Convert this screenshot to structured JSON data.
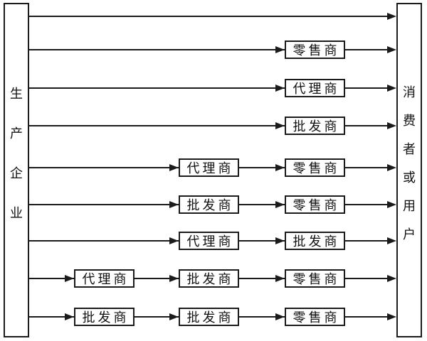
{
  "diagram": {
    "producer_label": "生产企业",
    "consumer_label": "消费者或用户",
    "channels": [
      {
        "intermediaries": []
      },
      {
        "intermediaries": [
          "零售商"
        ]
      },
      {
        "intermediaries": [
          "代理商"
        ]
      },
      {
        "intermediaries": [
          "批发商"
        ]
      },
      {
        "intermediaries": [
          "代理商",
          "零售商"
        ]
      },
      {
        "intermediaries": [
          "批发商",
          "零售商"
        ]
      },
      {
        "intermediaries": [
          "代理商",
          "批发商"
        ]
      },
      {
        "intermediaries": [
          "代理商",
          "批发商",
          "零售商"
        ]
      },
      {
        "intermediaries": [
          "批发商",
          "批发商",
          "零售商"
        ]
      }
    ],
    "colors": {
      "line": "#1b1b1b",
      "background": "#ffffff"
    }
  }
}
